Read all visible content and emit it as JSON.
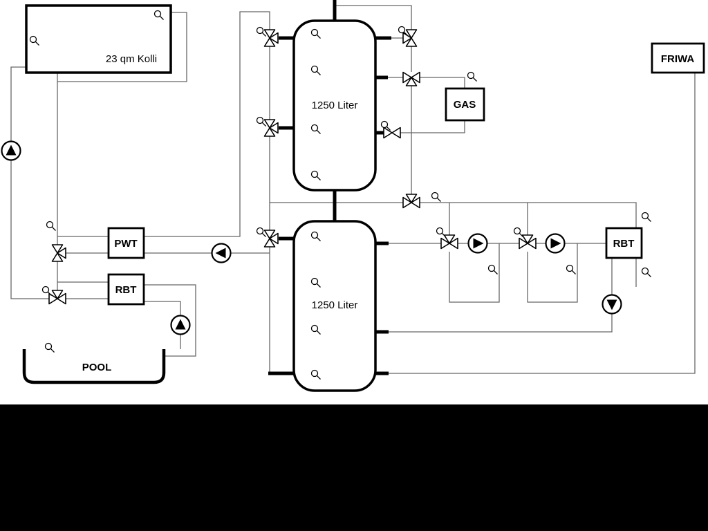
{
  "labels": {
    "collector": "23 qm Kolli",
    "tank_upper": "1250 Liter",
    "tank_lower": "1250 Liter",
    "pwt": "PWT",
    "rbt_left": "RBT",
    "rbt_right": "RBT",
    "gas": "GAS",
    "friwa": "FRIWA",
    "pool": "POOL"
  },
  "colors": {
    "background": "#ffffff",
    "pipe_thin": "#666666",
    "pipe_thick": "#000000",
    "component_fill": "#ffffff",
    "bottom_band": "#000000"
  }
}
